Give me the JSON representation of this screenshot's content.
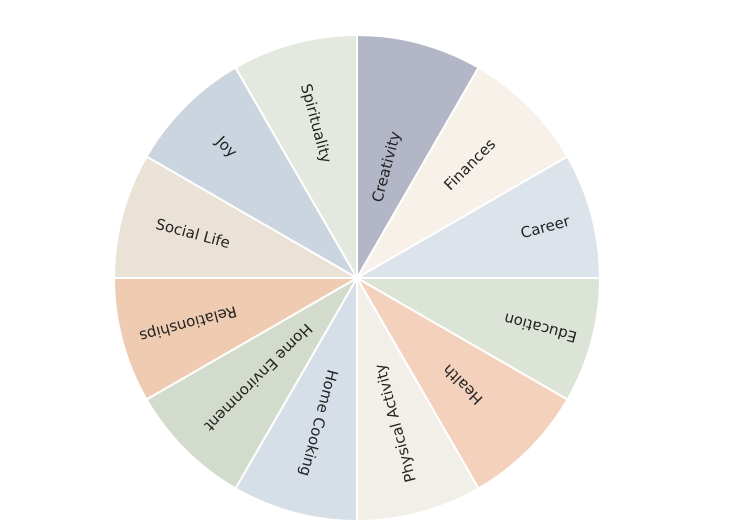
{
  "wheel": {
    "segments": [
      {
        "label": "Creativity",
        "color": "#b3b6c6"
      },
      {
        "label": "Finances",
        "color": "#f7f1e9"
      },
      {
        "label": "Career",
        "color": "#dde3eb"
      },
      {
        "label": "Education",
        "color": "#dce3d7"
      },
      {
        "label": "Health",
        "color": "#f4d1bc"
      },
      {
        "label": "Physical Activity",
        "color": "#f1efe8"
      },
      {
        "label": "Home Cooking",
        "color": "#d6dee7"
      },
      {
        "label": "Home Environment",
        "color": "#d3dccc"
      },
      {
        "label": "Relationships",
        "color": "#efcbb2"
      },
      {
        "label": "Social Life",
        "color": "#ebe2d7"
      },
      {
        "label": "Joy",
        "color": "#cbd5df"
      },
      {
        "label": "Spirituality",
        "color": "#e3e9de"
      }
    ]
  }
}
